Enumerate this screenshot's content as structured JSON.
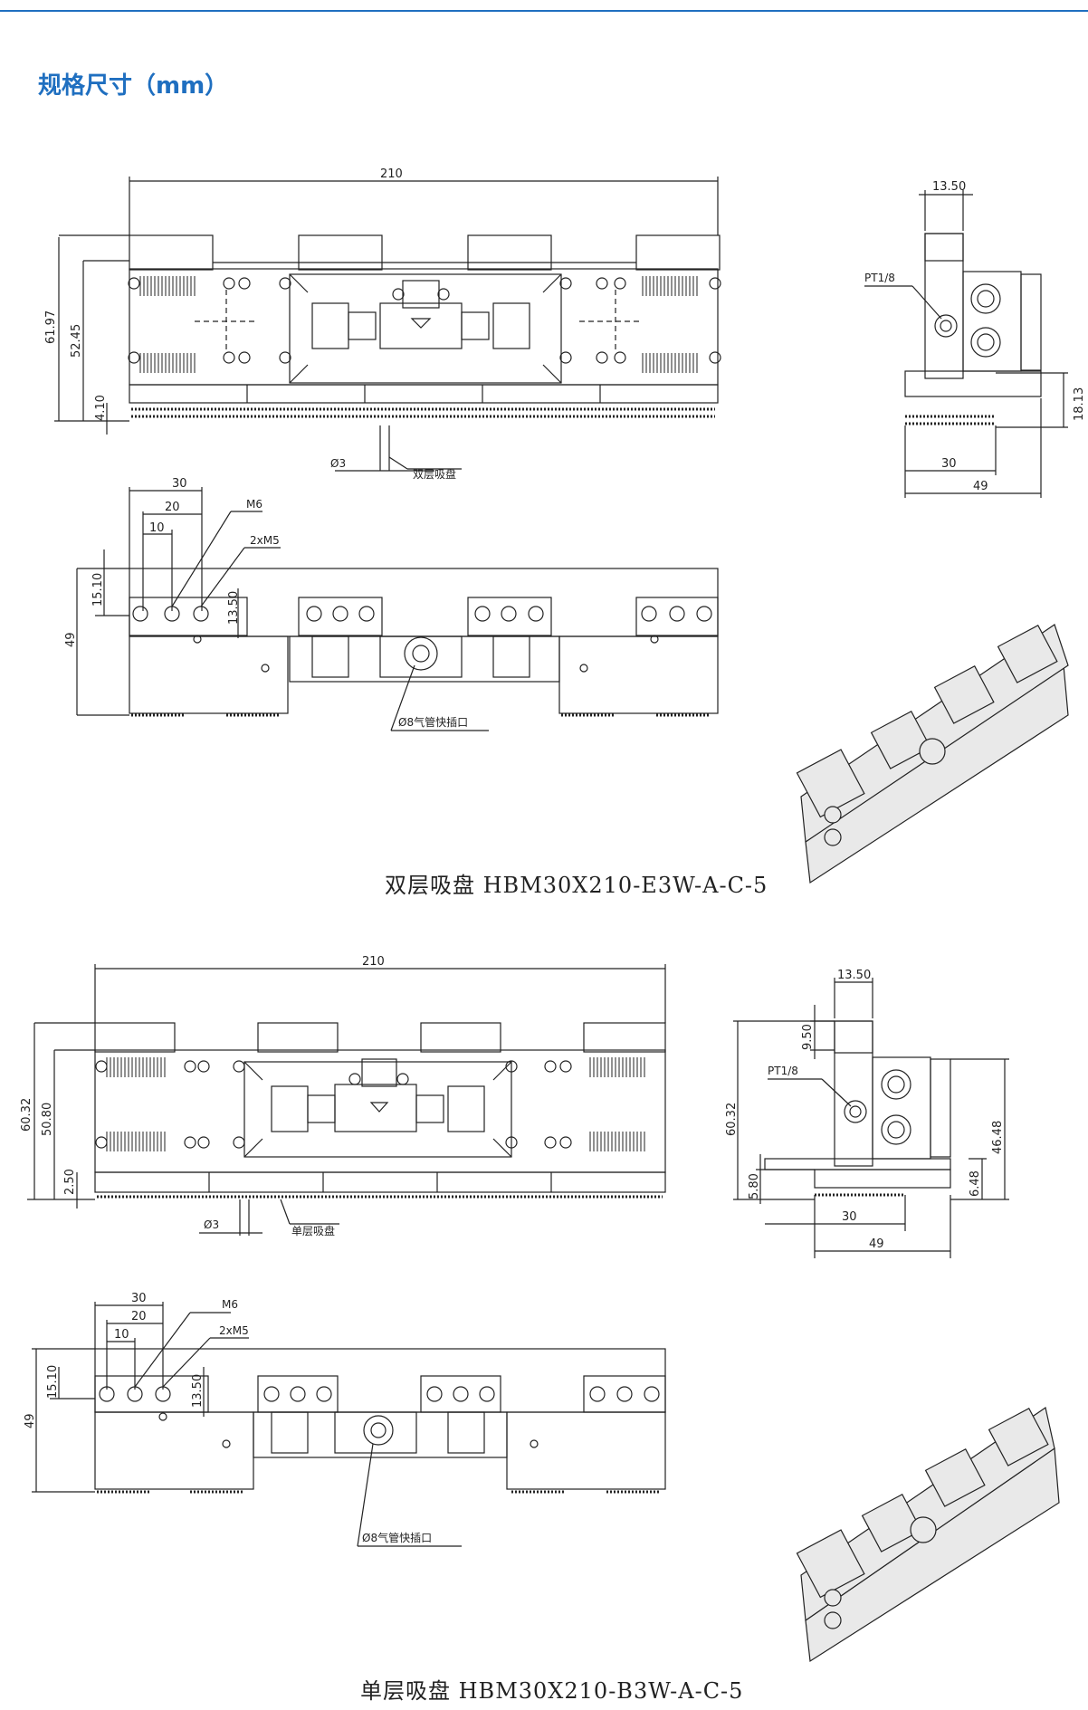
{
  "header": {
    "title": "规格尺寸（mm）"
  },
  "colors": {
    "accent": "#1f6fc0"
  },
  "double": {
    "caption": "双层吸盘 HBM30X210-E3W-A-C-5",
    "front": {
      "w": "210",
      "h1": "61.97",
      "h2": "52.45",
      "h3": "4.10",
      "dia": "Ø3",
      "label": "双层吸盘"
    },
    "side": {
      "w1": "13.50",
      "pt": "PT1/8",
      "h": "18.13",
      "w2": "30",
      "w3": "49"
    },
    "top": {
      "a": "30",
      "b": "20",
      "c": "10",
      "m6": "M6",
      "m5": "2xM5",
      "h1": "15.10",
      "h2": "13.50",
      "h3": "49",
      "port": "Ø8气管快插口"
    }
  },
  "single": {
    "caption": "单层吸盘  HBM30X210-B3W-A-C-5",
    "front": {
      "w": "210",
      "h1": "60.32",
      "h2": "50.80",
      "h3": "2.50",
      "dia": "Ø3",
      "label": "单层吸盘"
    },
    "side": {
      "w1": "13.50",
      "h0": "9.50",
      "pt": "PT1/8",
      "h1": "60.32",
      "h2": "46.48",
      "h3": "5.80",
      "h4": "6.48",
      "w2": "30",
      "w3": "49"
    },
    "top": {
      "a": "30",
      "b": "20",
      "c": "10",
      "m6": "M6",
      "m5": "2xM5",
      "h1": "15.10",
      "h2": "13.50",
      "h3": "49",
      "port": "Ø8气管快插口"
    }
  }
}
